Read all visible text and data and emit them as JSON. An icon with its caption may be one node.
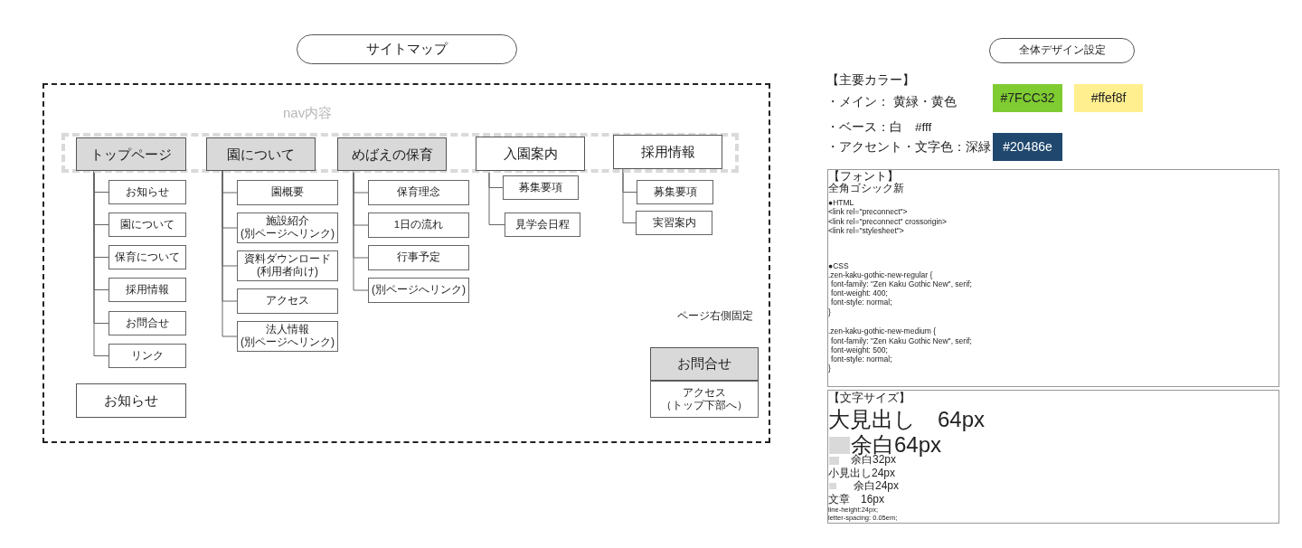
{
  "diagram": {
    "nodes": [
      {
        "text": [
          "サイトマップ"
        ]
      },
      {
        "text": [],
        "shape": "box"
      },
      {
        "text": [
          "nav内容"
        ],
        "in": 1
      },
      {
        "text": [
          "トップページ"
        ],
        "in": 2
      },
      {
        "text": [
          "園について"
        ],
        "in": 2
      },
      {
        "text": [
          "めばえの保育"
        ],
        "in": 2
      },
      {
        "text": [
          "入園案内"
        ],
        "in": 2
      },
      {
        "text": [
          "採用情報"
        ],
        "in": 2
      },
      {
        "text": [
          "お知らせ"
        ],
        "in": 1
      },
      {
        "text": [
          "園について"
        ],
        "in": 1
      },
      {
        "text": [
          "保育について"
        ],
        "in": 1
      },
      {
        "text": [
          "採用情報"
        ],
        "in": 1
      },
      {
        "text": [
          "お問合せ"
        ],
        "in": 1
      },
      {
        "text": [
          "リンク"
        ],
        "in": 1
      },
      {
        "text": [
          "園概要"
        ],
        "in": 1
      },
      {
        "text": [
          "施設紹介",
          "(別ページへリンク)"
        ],
        "in": 1
      },
      {
        "text": [
          "資料ダウンロード",
          "(利用者向け)"
        ],
        "in": 1
      },
      {
        "text": [
          "アクセス"
        ],
        "in": 1
      },
      {
        "text": [
          "法人情報",
          "(別ページへリンク)"
        ],
        "in": 1
      },
      {
        "text": [
          "保育理念"
        ],
        "in": 1
      },
      {
        "text": [
          "1日の流れ"
        ],
        "in": 1
      },
      {
        "text": [
          "行事予定"
        ],
        "in": 1
      },
      {
        "text": [
          "(別ページへリンク)"
        ],
        "in": 1
      },
      {
        "text": [
          "募集要項"
        ],
        "in": 1
      },
      {
        "text": [
          "見学会日程"
        ],
        "in": 1
      },
      {
        "text": [
          "募集要項"
        ],
        "in": 1
      },
      {
        "text": [
          "実習案内"
        ],
        "in": 1
      },
      {
        "text": [
          "お知らせ"
        ],
        "in": 1
      },
      {
        "text": [
          "お問合せ"
        ],
        "in": 1
      },
      {
        "text": [
          "アクセス",
          "（トップ下部へ）"
        ],
        "in": 1
      },
      {
        "text": [
          "全体デザイン設定"
        ]
      },
      {
        "text": [
          "#7FCC32"
        ]
      },
      {
        "text": [
          "#ffef8f"
        ]
      },
      {
        "text": [
          "#20486e"
        ]
      },
      {
        "text": [
          "【フォント】",
          "全角ゴシック新",
          "●HTML",
          "<link rel=\"preconnect\">",
          "<link rel=\"preconnect\" crossorigin>",
          "<link rel=\"stylesheet\">",
          "●CSS",
          ".zen-kaku-gothic-new-regular {",
          "font-family: \"Zen Kaku Gothic New\", serif;",
          "font-weight: 400;",
          "font-style: normal;",
          "}",
          ".zen-kaku-gothic-new-medium {",
          "font-family: \"Zen Kaku Gothic New\", serif;",
          "font-weight: 500;",
          "font-style: normal;",
          "}"
        ]
      },
      {
        "text": [
          "【文字サイズ】",
          "大見出し　64px",
          "余白64px",
          "余白32px",
          "小見出し24px",
          "余白24px",
          "文章　16px",
          "line-height:24px;",
          "letter-spacing: 0.05em;"
        ]
      }
    ],
    "edges": [
      {
        "from": 3,
        "to": 8,
        "arrow": "none"
      },
      {
        "from": 3,
        "to": 9,
        "arrow": "none"
      },
      {
        "from": 3,
        "to": 10,
        "arrow": "none"
      },
      {
        "from": 3,
        "to": 11,
        "arrow": "none"
      },
      {
        "from": 3,
        "to": 12,
        "arrow": "none"
      },
      {
        "from": 3,
        "to": 13,
        "arrow": "none"
      },
      {
        "from": 4,
        "to": 14,
        "arrow": "none"
      },
      {
        "from": 4,
        "to": 15,
        "arrow": "none"
      },
      {
        "from": 4,
        "to": 16,
        "arrow": "none"
      },
      {
        "from": 4,
        "to": 17,
        "arrow": "none"
      },
      {
        "from": 4,
        "to": 18,
        "arrow": "none"
      },
      {
        "from": 5,
        "to": 19,
        "arrow": "none"
      },
      {
        "from": 5,
        "to": 20,
        "arrow": "none"
      },
      {
        "from": 5,
        "to": 21,
        "arrow": "none"
      },
      {
        "from": 5,
        "to": 22,
        "arrow": "none"
      },
      {
        "from": 6,
        "to": 23,
        "arrow": "none"
      },
      {
        "from": 6,
        "to": 24,
        "arrow": "none"
      },
      {
        "from": 7,
        "to": 25,
        "arrow": "none"
      },
      {
        "from": 7,
        "to": 26,
        "arrow": "none"
      }
    ],
    "labels": [
      "ページ右側固定",
      "【主要カラー】",
      "・メイン： 黄緑・黄色",
      "・ベース：白　#fff",
      "・アクセント・文字色：深緑"
    ]
  }
}
